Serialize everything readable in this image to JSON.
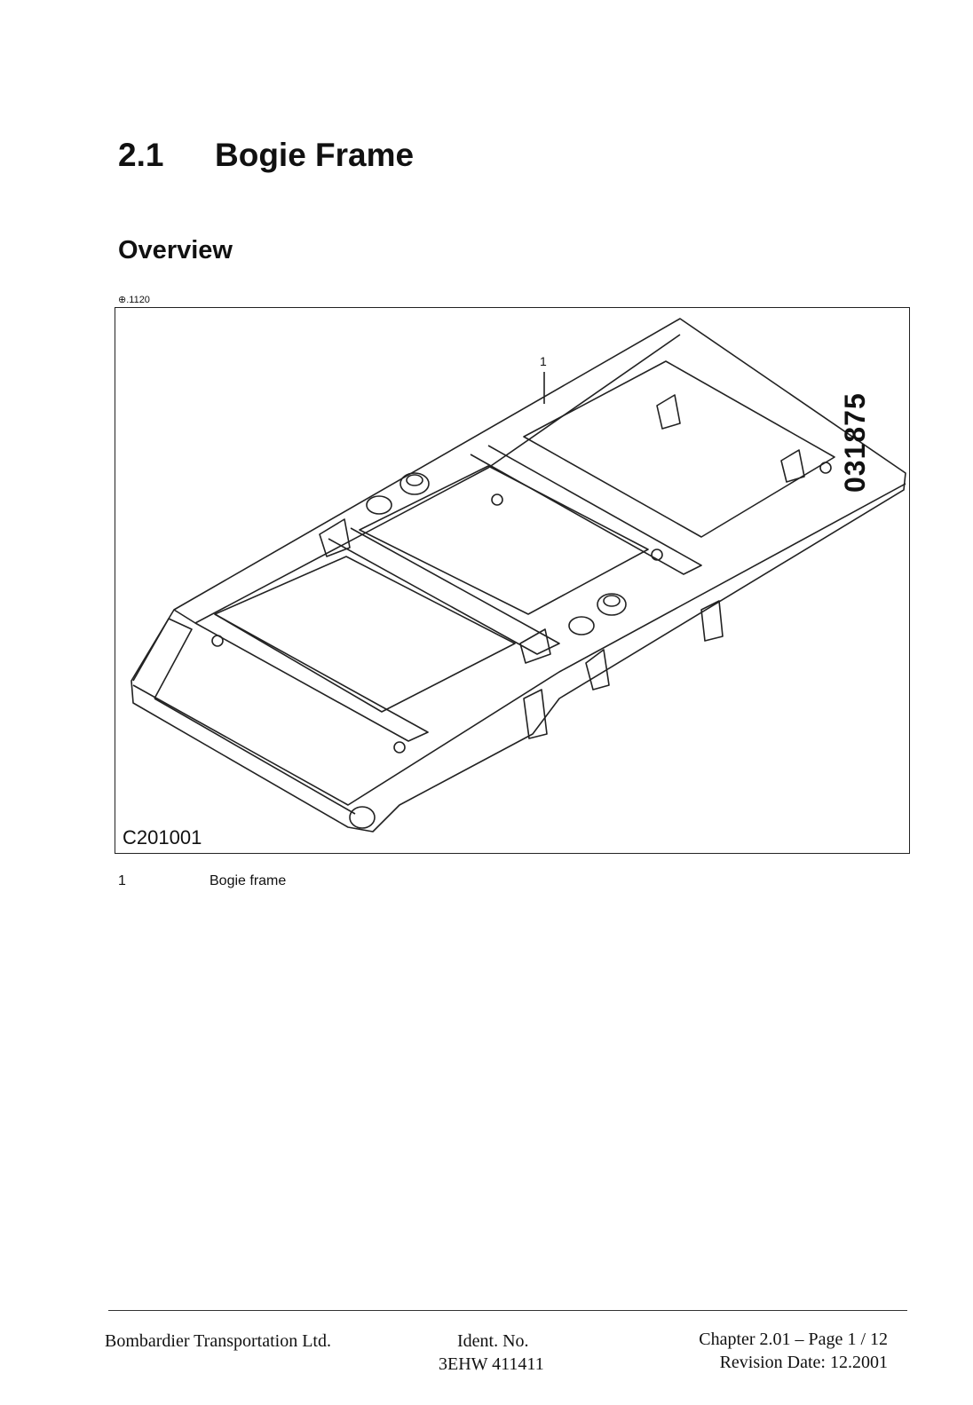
{
  "heading": {
    "number": "2.1",
    "title": "Bogie Frame"
  },
  "subheading": "Overview",
  "figure": {
    "reference": "⊕.1120",
    "code": "C201001",
    "drawing_id": "031875",
    "callout_leader": "1"
  },
  "legend": [
    {
      "number": "1",
      "text": "Bogie frame"
    }
  ],
  "footer": {
    "company": "Bombardier Transportation Ltd.",
    "ident_label": "Ident. No.",
    "ident_value": "3EHW 411411",
    "chapter": "Chapter 2.01 – Page  1 / 12",
    "revision": "Revision Date: 12.2001"
  }
}
